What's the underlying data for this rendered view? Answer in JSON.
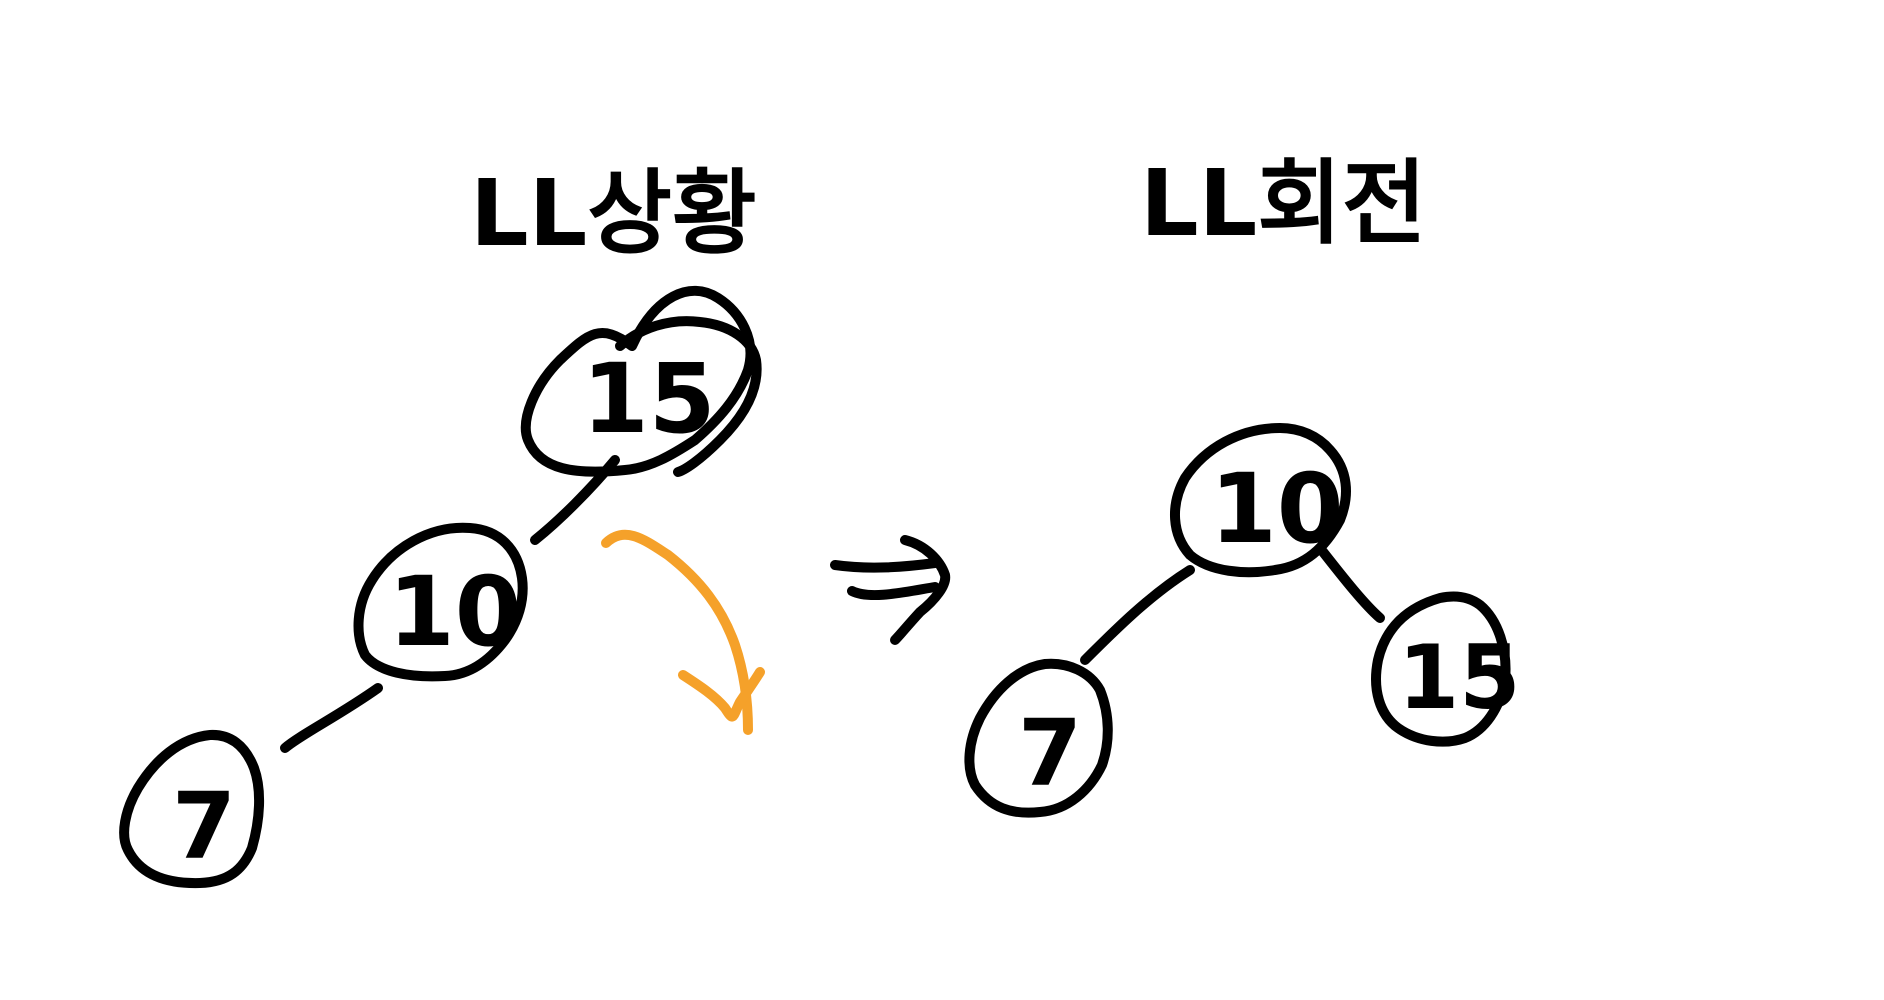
{
  "titles": {
    "left": "LL상황",
    "right": "LL회전"
  },
  "left_tree": {
    "nodes": [
      {
        "id": "n15",
        "label": "15"
      },
      {
        "id": "n10",
        "label": "10"
      },
      {
        "id": "n7",
        "label": "7"
      }
    ]
  },
  "right_tree": {
    "nodes": [
      {
        "id": "r10",
        "label": "10"
      },
      {
        "id": "r7",
        "label": "7"
      },
      {
        "id": "r15",
        "label": "15"
      }
    ]
  },
  "colors": {
    "ink": "#000000",
    "rotation_arrow": "#f5a12a"
  },
  "icons": {
    "transition": "right-arrow-icon",
    "rotation": "curved-arrow-icon"
  }
}
